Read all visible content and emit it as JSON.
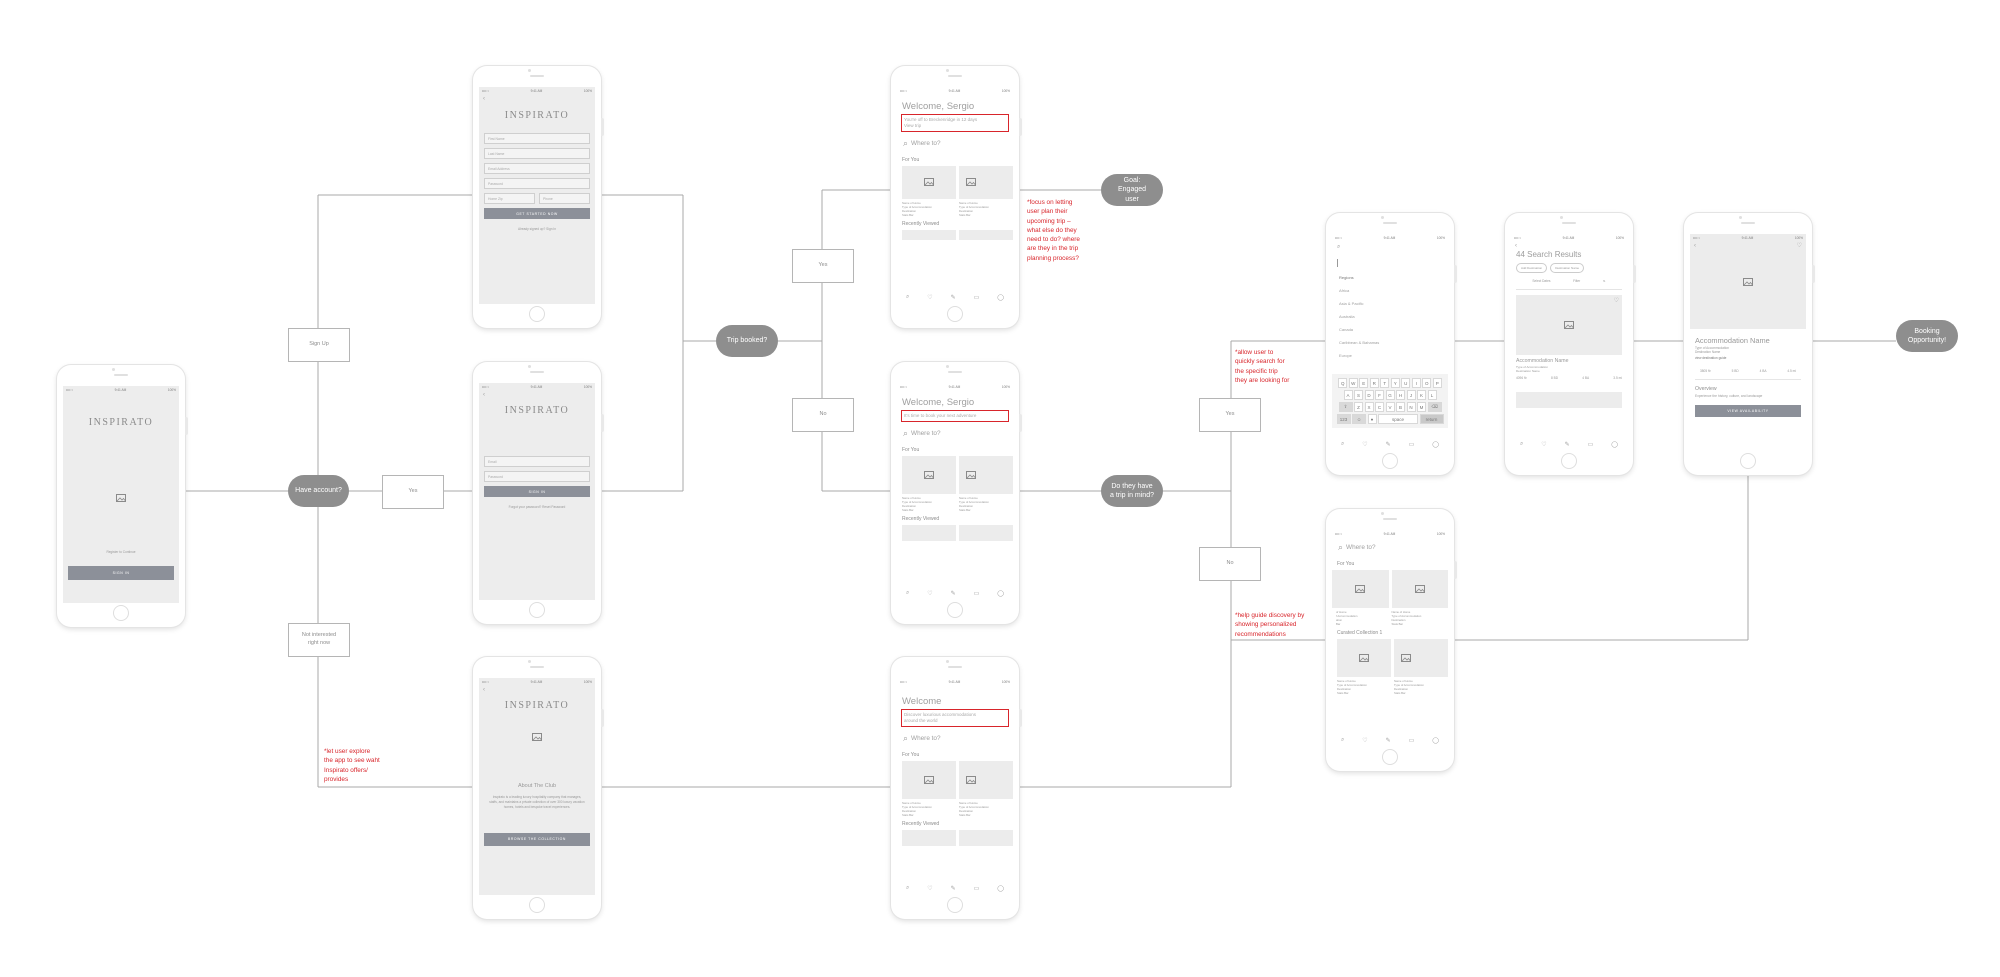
{
  "decisions": {
    "have_account": "Have account?",
    "trip_booked": "Trip booked?",
    "trip_in_mind": "Do they have a trip in mind?",
    "engaged_user": "Goal: Engaged user",
    "booking": "Booking Opportunity!"
  },
  "labels": {
    "sign_up": "Sign Up",
    "yes_login": "Yes",
    "not_interested": "Not interested right now",
    "trip_yes": "Yes",
    "trip_no": "No",
    "mind_yes": "Yes",
    "mind_no": "No"
  },
  "notes": {
    "upcoming_trip": "*focus on letting\nuser plan their\nupcoming trip –\nwhat else do they\nneed to do? where\nare they in the trip\nplanning process?",
    "quick_search": "*allow user to\nquickly search for\nthe specific trip\nthey are looking for",
    "guide_discovery": "*help guide discovery by\nshowing personalized\nrecommendations",
    "explore": "*let user explore\nthe app to see waht\nInspirato offers/\nprovides"
  },
  "status": {
    "time": "9:41 AM",
    "battery": "100%",
    "signal": "•••• ≈"
  },
  "logo": "INSPIRATO",
  "splash": {
    "caption": "Register to Continue",
    "button": "SIGN IN"
  },
  "signup": {
    "fields": [
      "First Name",
      "Last Name",
      "Email Address",
      "Password"
    ],
    "zip": "Home Zip",
    "phone": "Phone",
    "button": "GET STARTED NOW",
    "footer": "Already signed up? Sign In"
  },
  "login": {
    "email": "Email",
    "password": "Password",
    "button": "SIGN IN",
    "footer": "Forgot your password? Reset Password"
  },
  "about": {
    "title": "About The Club",
    "body": "Inspirato is a leading luxury hospitality company that manages, staffs, and maintains a private collection of over 300 luxury vacation homes, hotels and bespoke travel experiences.",
    "button": "BROWSE THE COLLECTION"
  },
  "home_booked": {
    "welcome": "Welcome, Sergio",
    "message": "You're off to Breckenridge in 12 days\nView trip",
    "search": "Where to?",
    "for_you": "For You",
    "card1": "Name of Home\nType of Accommodation\nDestination\nStats Bar",
    "card2": "Name of Home\nType of Accommodation\nDestination\nStats Bar",
    "recent": "Recently Viewed"
  },
  "home_nobook": {
    "welcome": "Welcome, Sergio",
    "message": "It's time to book your next adventure",
    "search": "Where to?",
    "for_you": "For You",
    "card1": "Name of Home\nType of Accommodation\nDestination\nStats Bar",
    "card2": "Name of Home\nType of Accommodation\nDestination\nStats Bar",
    "recent": "Recently Viewed"
  },
  "home_guest": {
    "welcome": "Welcome",
    "message": "Discover luxurious accommodations\naround the world",
    "search": "Where to?",
    "for_you": "For You",
    "card1": "Name of Home\nType of Accommodation\nDestination\nStats Bar",
    "card2": "Name of Home\nType of Accommodation\nDestination\nStats Bar",
    "recent": "Recently Viewed"
  },
  "search_screen": {
    "heading": "Regions",
    "regions": [
      "Africa",
      "Asia & Pacific",
      "Australia",
      "Canada",
      "Caribbean & Bahamas",
      "Europe"
    ],
    "row1": [
      "Q",
      "W",
      "E",
      "R",
      "T",
      "Y",
      "U",
      "I",
      "O",
      "P"
    ],
    "row2": [
      "A",
      "S",
      "D",
      "F",
      "G",
      "H",
      "J",
      "K",
      "L"
    ],
    "row3": [
      "Z",
      "X",
      "C",
      "V",
      "B",
      "N",
      "M"
    ],
    "num": "123",
    "space": "space",
    "return": "return"
  },
  "results": {
    "title": "44 Search Results",
    "chip1": "Add Destination",
    "chip2": "Destination Name",
    "tab1": "Select Dates",
    "tab2": "Filter",
    "name": "Accommodation Name",
    "type": "Type of Accommodation\nDestination Name",
    "stats": [
      "4096 ft²",
      "8 BD",
      "4 BA",
      "3.5 mi"
    ]
  },
  "detail": {
    "name": "Accommodation Name",
    "type": "Type of Accommodation\nDestination Name",
    "guide": "view destination guide",
    "stats": [
      "3805 ft²",
      "5 BD",
      "4 BA",
      "4.5 mi"
    ],
    "overview": "Overview",
    "overview_text": "Experience the history, culture, and landscape",
    "button": "VIEW AVAILABILITY"
  },
  "discover": {
    "search": "Where to?",
    "for_you": "For You",
    "card1": "of Home\nf Accommodation\nation\nBar",
    "card2": "Name of Home\nType of Accommodation\nDestination\nStats Bar",
    "curated": "Curated Collection 1",
    "card3": "Name of Home\nType of Accommodation\nDestination\nStats Bar",
    "card4": "Name of Home\nType of Accommodation\nDestination\nStats Bar"
  },
  "tabs": [
    "⌕",
    "♡",
    "✎",
    "▭",
    "◯"
  ]
}
